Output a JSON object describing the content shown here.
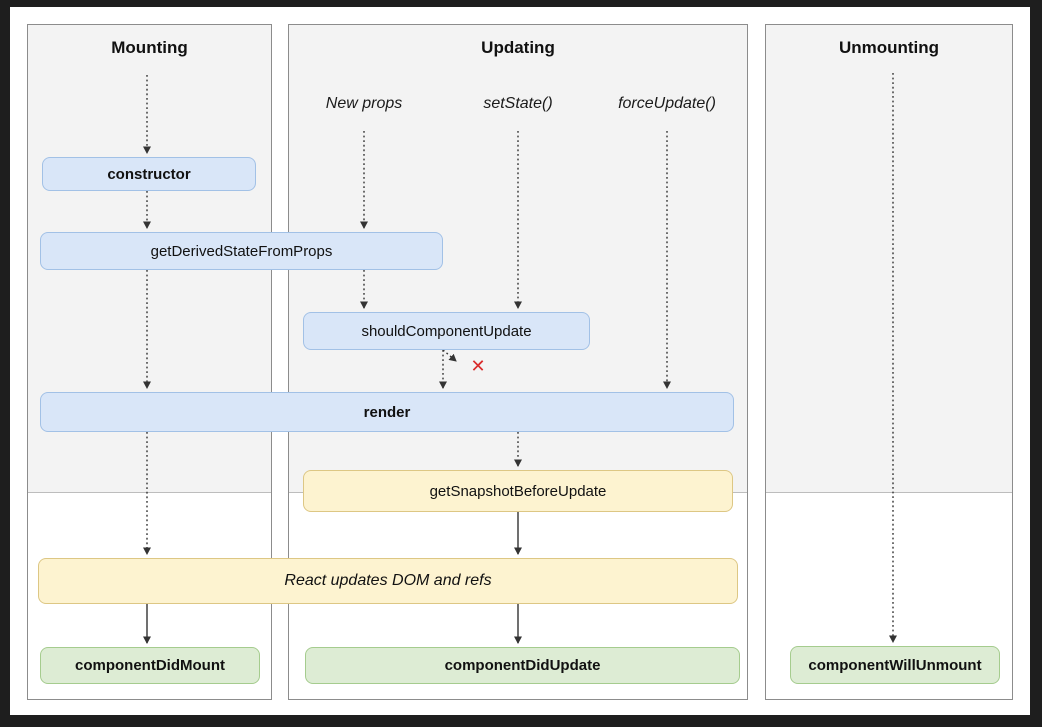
{
  "colors": {
    "outer_bg": "#1e1e1e",
    "page_bg": "#ffffff",
    "phase_bg": "#f3f3f3",
    "panel_border": "#8c8c8c",
    "phase_divider": "#bdbdbd",
    "arrow": "#333333",
    "blue_fill": "#d9e6f8",
    "blue_border": "#a2c1e6",
    "yellow_fill": "#fdf3d0",
    "yellow_border": "#ddc784",
    "green_fill": "#ddecd4",
    "green_border": "#a5cc8e",
    "x_mark": "#d92b2b"
  },
  "columns": [
    {
      "title": "Mounting"
    },
    {
      "title": "Updating"
    },
    {
      "title": "Unmounting"
    }
  ],
  "updating_triggers": [
    "New props",
    "setState()",
    "forceUpdate()"
  ],
  "boxes": [
    {
      "label": "constructor"
    },
    {
      "label": "getDerivedStateFromProps"
    },
    {
      "label": "shouldComponentUpdate"
    },
    {
      "label": "render"
    },
    {
      "label": "getSnapshotBeforeUpdate"
    },
    {
      "label": "React updates DOM and refs"
    },
    {
      "label": "componentDidMount"
    },
    {
      "label": "componentDidUpdate"
    },
    {
      "label": "componentWillUnmount"
    }
  ],
  "icons": {
    "no_update_x": "✕"
  }
}
